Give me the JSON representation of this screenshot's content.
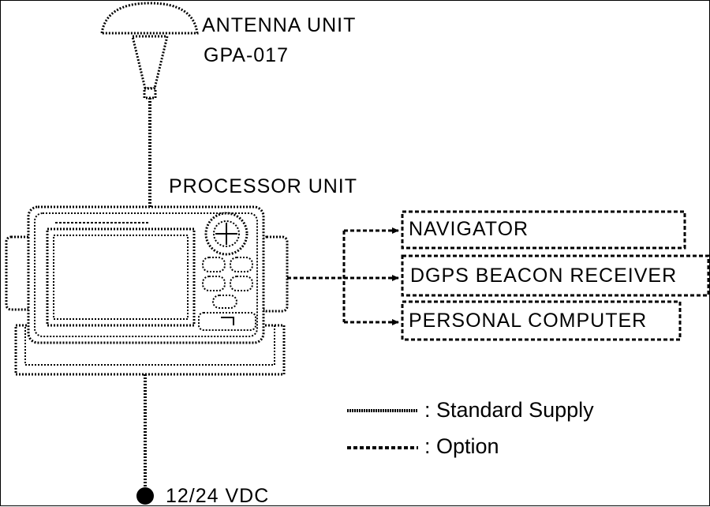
{
  "antenna": {
    "label_line1": "ANTENNA UNIT",
    "label_line2": "GPA-017"
  },
  "processor": {
    "label": "PROCESSOR UNIT"
  },
  "peripherals": [
    {
      "label": "NAVIGATOR"
    },
    {
      "label": "DGPS BEACON RECEIVER"
    },
    {
      "label": "PERSONAL COMPUTER"
    }
  ],
  "power": {
    "label": "12/24 VDC"
  },
  "legend": {
    "standard": ": Standard Supply",
    "option": ": Option"
  },
  "colors": {
    "line": "#000000",
    "background": "#ffffff"
  }
}
